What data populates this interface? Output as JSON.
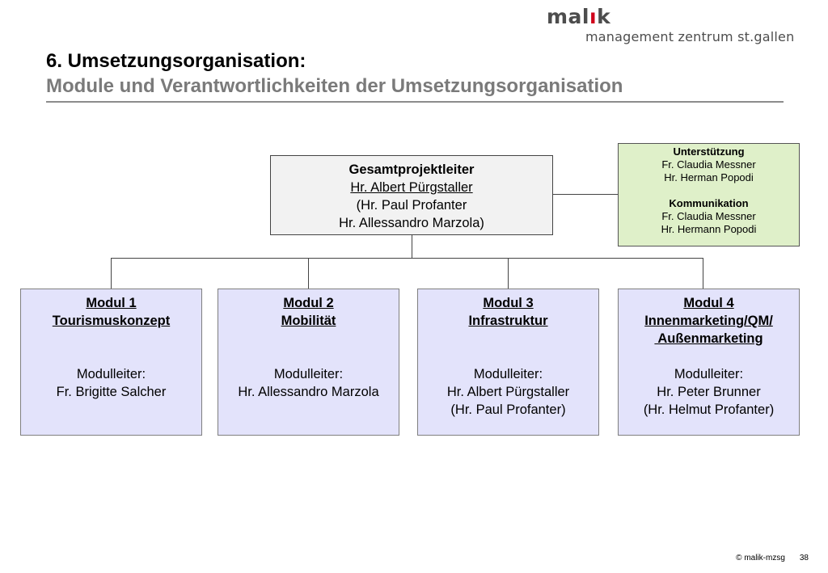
{
  "logo": {
    "brand_pre": "mal",
    "brand_bar": "ı",
    "brand_post": "k",
    "subtitle": "management zentrum st.gallen"
  },
  "title": {
    "line1": "6. Umsetzungsorganisation:",
    "line2": "Module und Verantwortlichkeiten der Umsetzungsorganisation"
  },
  "project_lead": {
    "heading": "Gesamtprojektleiter",
    "lines": [
      "Hr. Albert Pürgstaller ",
      "(Hr. Paul Profanter",
      "Hr. Allessandro Marzola)"
    ]
  },
  "support": {
    "heading1": "Unterstützung",
    "lines1": [
      "Fr. Claudia Messner",
      "Hr. Herman Popodi"
    ],
    "heading2": "Kommunikation",
    "lines2": [
      "Fr. Claudia Messner",
      "Hr. Hermann Popodi"
    ]
  },
  "modules": [
    {
      "title": "Modul 1",
      "subtitle": "Tourismuskonzept",
      "subtitle2": "",
      "lead_label": "Modulleiter:",
      "leads": [
        "Fr. Brigitte Salcher"
      ]
    },
    {
      "title": "Modul 2",
      "subtitle": "Mobilität",
      "subtitle2": "",
      "lead_label": "Modulleiter:",
      "leads": [
        "Hr. Allessandro Marzola"
      ]
    },
    {
      "title": "Modul 3",
      "subtitle": "Infrastruktur",
      "subtitle2": "",
      "lead_label": "Modulleiter:",
      "leads": [
        "Hr. Albert Pürgstaller",
        "(Hr. Paul Profanter)"
      ]
    },
    {
      "title": "Modul 4",
      "subtitle": "Innenmarketing/QM/",
      "subtitle2": " Außenmarketing",
      "lead_label": "Modulleiter:",
      "leads": [
        "Hr. Peter Brunner",
        "(Hr. Helmut Profanter)"
      ]
    }
  ],
  "footer": {
    "copyright": "© malik-mzsg",
    "page": "38"
  }
}
